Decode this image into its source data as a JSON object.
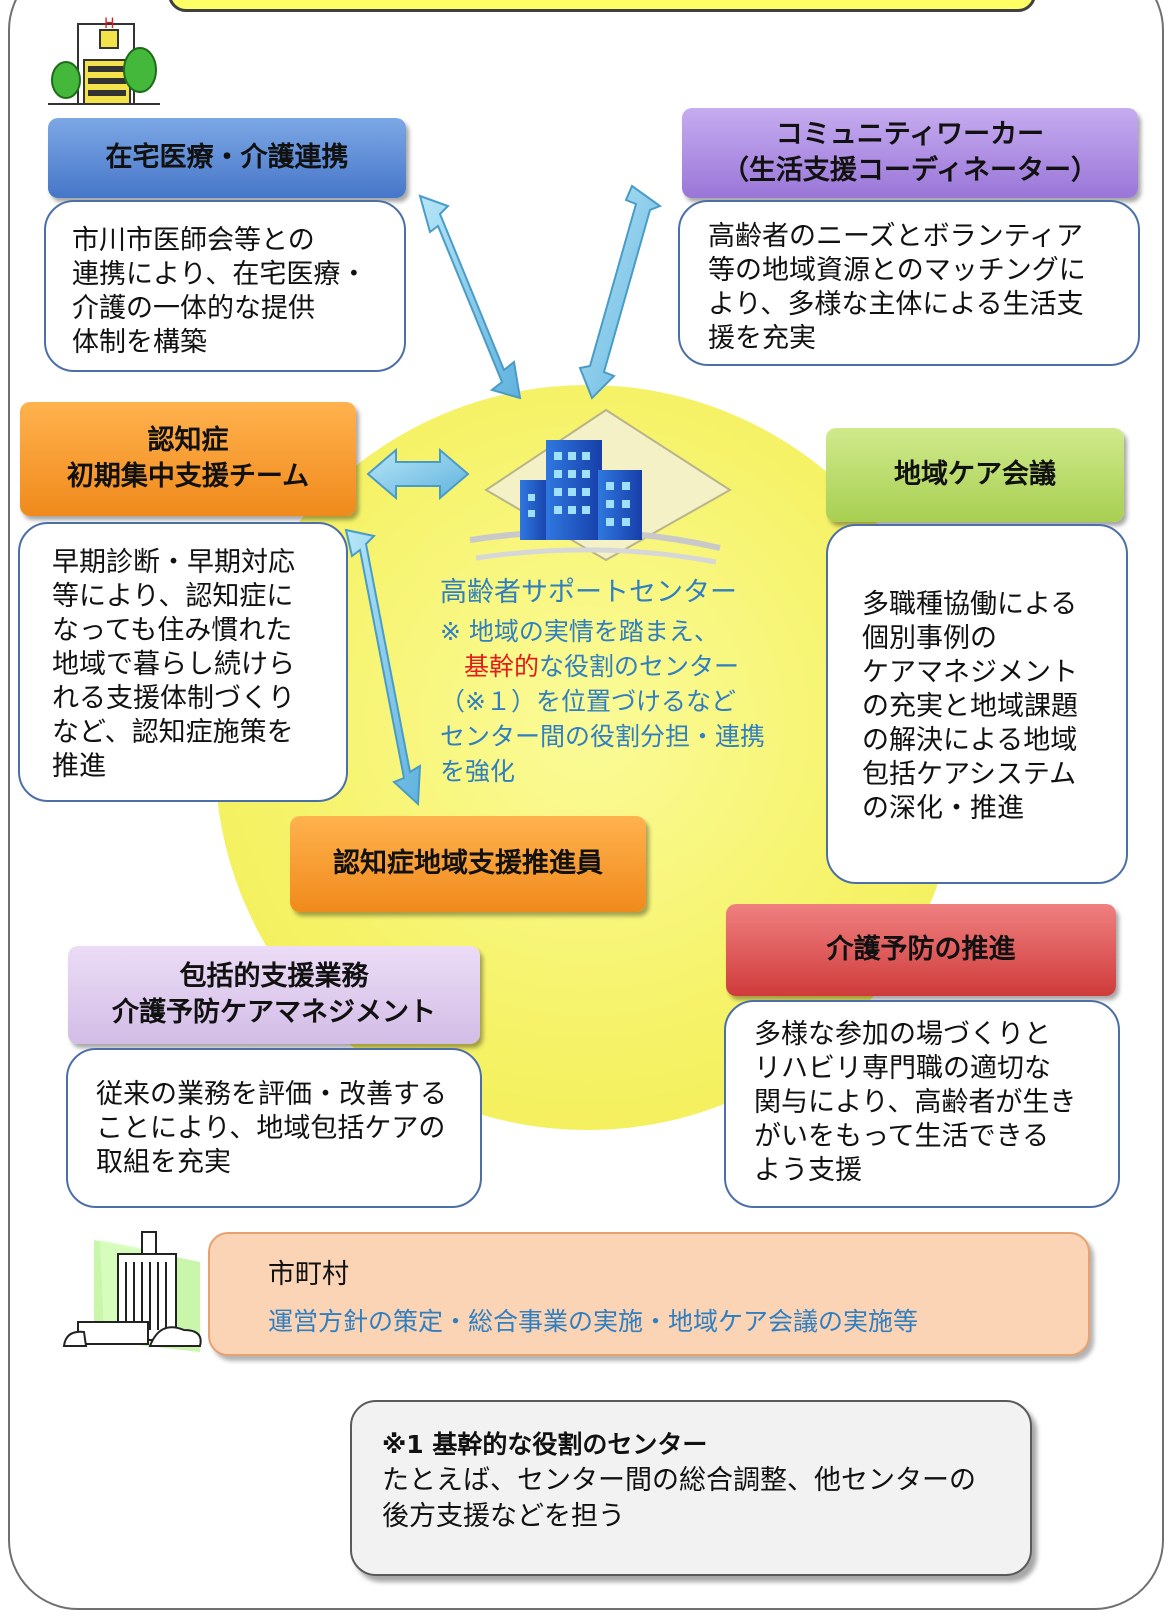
{
  "cards": {
    "home_medical": {
      "title": "在宅医療・介護連携",
      "body": [
        "市川市医師会等との",
        "連携により、在宅医療・",
        "介護の一体的な提供",
        "体制を構築"
      ]
    },
    "community_worker": {
      "title_lines": [
        "コミュニティワーカー",
        "（生活支援コーディネーター）"
      ],
      "body": [
        "高齢者のニーズとボランティア",
        "等の地域資源とのマッチングに",
        "より、多様な主体による生活支",
        "援を充実"
      ]
    },
    "dementia_team": {
      "title_lines": [
        "認知症",
        "初期集中支援チーム"
      ],
      "body": [
        "早期診断・早期対応",
        "等により、認知症に",
        "なっても住み慣れた",
        "地域で暮らし続けら",
        "れる支援体制づくり",
        "など、認知症施策を",
        "推進"
      ]
    },
    "care_meeting": {
      "title": "地域ケア会議",
      "body": [
        "多職種協働による",
        "個別事例の",
        "ケアマネジメント",
        "の充実と地域課題",
        "の解決による地域",
        "包括ケアシステム",
        "の深化・推進"
      ]
    },
    "dementia_promoter": {
      "title": "認知症地域支援推進員"
    },
    "care_prevention": {
      "title": "介護予防の推進",
      "body": [
        "多様な参加の場づくりと",
        "リハビリ専門職の適切な",
        "関与により、高齢者が生き",
        "がいをもって生活できる",
        "よう支援"
      ]
    },
    "comprehensive": {
      "title_lines": [
        "包括的支援業務",
        "介護予防ケアマネジメント"
      ],
      "body": [
        "従来の業務を評価・改善する",
        "ことにより、地域包括ケアの",
        "取組を充実"
      ]
    }
  },
  "center": {
    "name": "高齢者サポートセンター",
    "note_line1": "※ 地域の実情を踏まえ、",
    "note_red": "基幹的",
    "note_line2_rest": "な役割のセンター",
    "note_line3": "（※１）を位置づけるなど",
    "note_line4": "センター間の役割分担・連携",
    "note_line5": "を強化"
  },
  "municipality": {
    "title": "市町村",
    "text": "運営方針の策定・総合事業の実施・地域ケア会議の実施等"
  },
  "footnote": {
    "title": "※1  基幹的な役割のセンター",
    "lines": [
      "たとえば、センター間の総合調整、他センターの",
      "後方支援などを担う"
    ]
  },
  "colors": {
    "blue_header": "#4676c8",
    "purple_header": "#9a76d8",
    "orange_header": "#f08a1c",
    "green_header": "#a8cf52",
    "red_header": "#cf3b3b",
    "center_text": "#2f7fc1",
    "accent_red": "#e31c1c",
    "sun": "#f6f36a",
    "arrow": "#7cc6e8"
  },
  "icons": [
    "hospital-icon",
    "office-building-icon",
    "city-hall-icon",
    "double-arrow-icon"
  ]
}
